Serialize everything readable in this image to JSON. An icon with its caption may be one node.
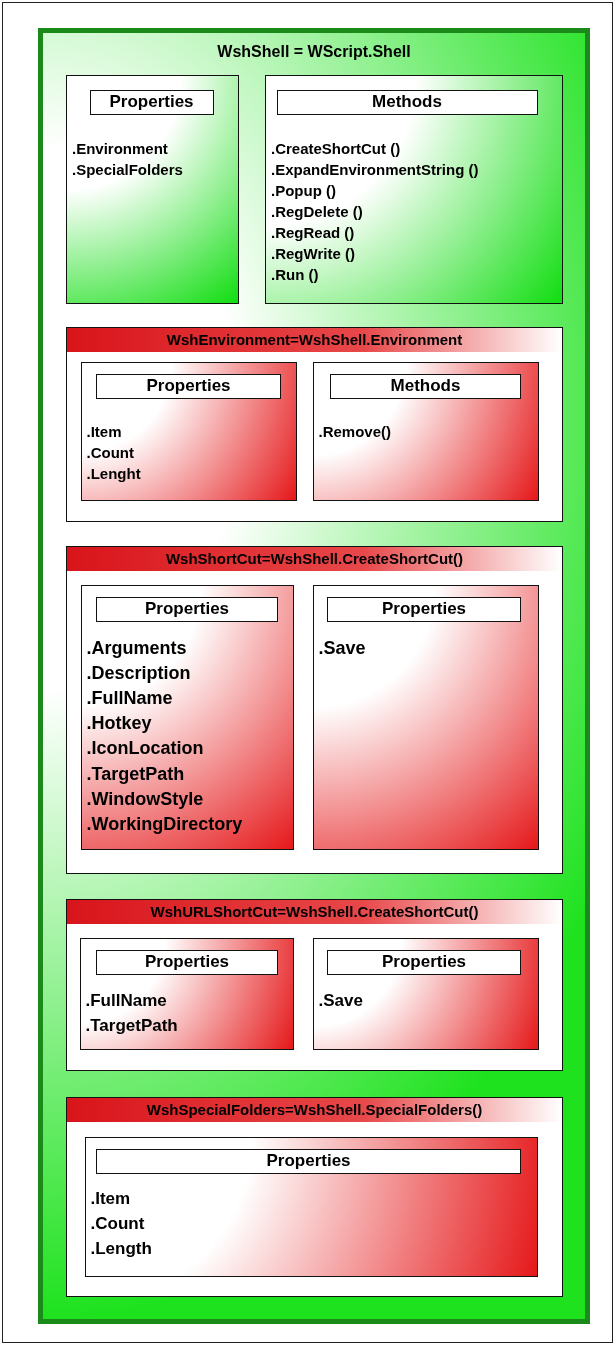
{
  "diagram": {
    "nodes": [
      {
        "text": [
          "WshShell = WScript.Shell"
        ]
      },
      {
        "text": [
          ".Environment",
          ".SpecialFolders"
        ],
        "in": 0
      },
      {
        "text": [
          "Properties"
        ],
        "in": 1
      },
      {
        "text": [
          ".CreateShortCut ()",
          ".ExpandEnvironmentString ()",
          ".Popup ()",
          ".RegDelete ()",
          ".RegRead ()",
          ".RegWrite ()",
          ".Run ()"
        ],
        "in": 0
      },
      {
        "text": [
          "Methods"
        ],
        "in": 3
      },
      {
        "text": [
          "WshEnvironment=WshShell.Environment"
        ],
        "in": 0
      },
      {
        "text": [
          ".Item",
          ".Count",
          ".Lenght"
        ],
        "in": 5
      },
      {
        "text": [
          "Properties"
        ],
        "in": 6
      },
      {
        "text": [
          ".Remove()"
        ],
        "in": 5
      },
      {
        "text": [
          "Methods"
        ],
        "in": 8
      },
      {
        "text": [
          "WshShortCut=WshShell.CreateShortCut()"
        ],
        "in": 0
      },
      {
        "text": [
          ".Arguments",
          ".Description",
          ".FullName",
          ".Hotkey",
          ".IconLocation",
          ".TargetPath",
          ".WindowStyle",
          ".WorkingDirectory"
        ],
        "in": 10
      },
      {
        "text": [
          "Properties"
        ],
        "in": 11
      },
      {
        "text": [
          ".Save"
        ],
        "in": 10
      },
      {
        "text": [
          "Properties"
        ],
        "in": 13
      },
      {
        "text": [
          "WshURLShortCut=WshShell.CreateShortCut()"
        ],
        "in": 0
      },
      {
        "text": [
          ".FullName",
          ".TargetPath"
        ],
        "in": 15
      },
      {
        "text": [
          "Properties"
        ],
        "in": 16
      },
      {
        "text": [
          ".Save"
        ],
        "in": 15
      },
      {
        "text": [
          "Properties"
        ],
        "in": 18
      },
      {
        "text": [
          "WshSpecialFolders=WshShell.SpecialFolders()"
        ],
        "in": 0
      },
      {
        "text": [
          ".Item",
          ".Count",
          ".Length"
        ],
        "in": 20
      },
      {
        "text": [
          "Properties"
        ],
        "in": 21
      }
    ]
  }
}
